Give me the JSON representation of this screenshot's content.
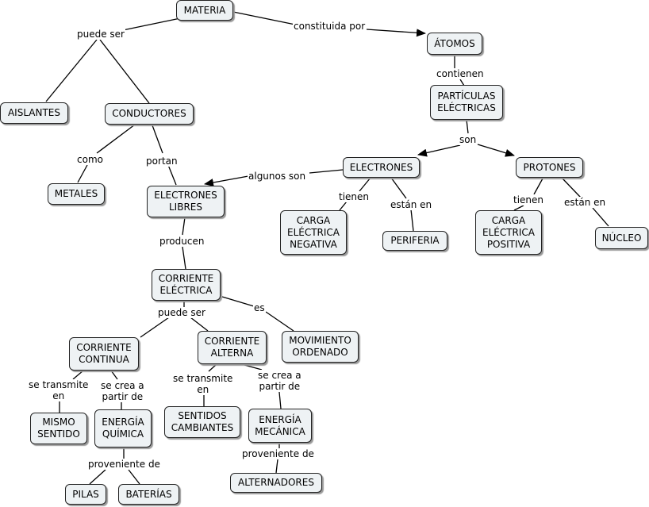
{
  "nodes": {
    "materia": "MATERIA",
    "atomos": "ÁTOMOS",
    "particulas": "PARTÍCULAS\nELÉCTRICAS",
    "aislantes": "AISLANTES",
    "conductores": "CONDUCTORES",
    "metales": "METALES",
    "electrones_libres": "ELECTRONES\nLIBRES",
    "electrones": "ELECTRONES",
    "protones": "PROTONES",
    "carga_negativa": "CARGA\nELÉCTRICA\nNEGATIVA",
    "periferia": "PERIFERIA",
    "carga_positiva": "CARGA\nELÉCTRICA\nPOSITIVA",
    "nucleo": "NÚCLEO",
    "corriente_electrica": "CORRIENTE\nELÉCTRICA",
    "corriente_continua": "CORRIENTE\nCONTINUA",
    "corriente_alterna": "CORRIENTE\nALTERNA",
    "movimiento_ordenado": "MOVIMIENTO\nORDENADO",
    "mismo_sentido": "MISMO\nSENTIDO",
    "energia_quimica": "ENERGÍA\nQUÍMICA",
    "sentidos_cambiantes": "SENTIDOS\nCAMBIANTES",
    "energia_mecanica": "ENERGÍA\nMECÁNICA",
    "pilas": "PILAS",
    "baterias": "BATERÍAS",
    "alternadores": "ALTERNADORES"
  },
  "labels": {
    "puede_ser_1": "puede ser",
    "constituida_por": "constituida por",
    "contienen": "contienen",
    "son": "son",
    "como": "como",
    "portan": "portan",
    "algunos_son": "algunos son",
    "tienen_1": "tienen",
    "estan_en_1": "están en",
    "tienen_2": "tienen",
    "estan_en_2": "están en",
    "producen": "producen",
    "puede_ser_2": "puede ser",
    "es": "es",
    "se_transmite_1": "se transmite\nen",
    "se_crea_1": "se crea a\npartir de",
    "se_transmite_2": "se transmite\nen",
    "se_crea_2": "se crea a\npartir de",
    "proveniente_1": "proveniente de",
    "proveniente_2": "proveniente de"
  },
  "colors": {
    "node_fill": "#eef2f4",
    "line": "#000000"
  }
}
